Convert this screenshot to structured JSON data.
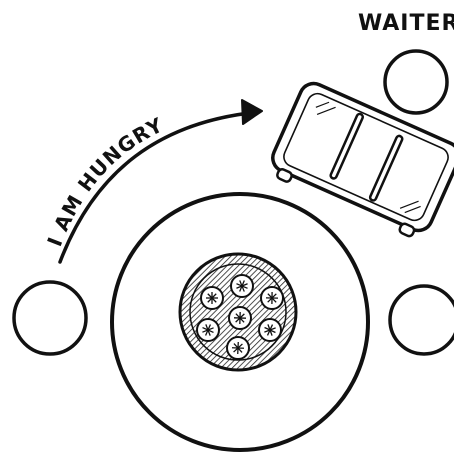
{
  "labels": {
    "waiter": "WAITER",
    "hungry": "I AM HUNGRY"
  },
  "colors": {
    "ink": "#111111",
    "paper": "#ffffff",
    "hatch": "#222222"
  },
  "icons": {
    "arrow": "arrow-icon",
    "pizza": "pizza-icon",
    "table": "round-table",
    "cart": "serving-cart"
  }
}
